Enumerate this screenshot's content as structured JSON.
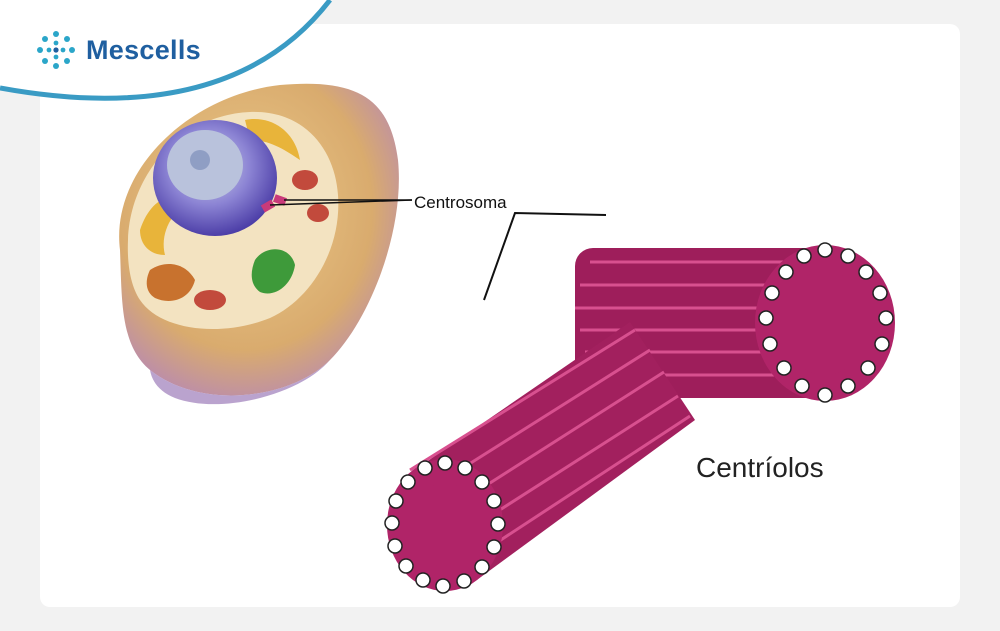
{
  "brand": {
    "name": "Mescells",
    "accent_color": "#1f5fa0",
    "icon": "cell-cluster-logo-icon"
  },
  "diagram": {
    "labels": {
      "centrosome": "Centrosoma",
      "centrioles": "Centríolos"
    },
    "colors": {
      "centriole_tubes": "#b02468",
      "centriole_highlight": "#d8508f",
      "cell_cytoplasm": "#e2bb7a",
      "nucleus": "#6a5fc4",
      "header_arc": "#3a9bc4"
    }
  }
}
